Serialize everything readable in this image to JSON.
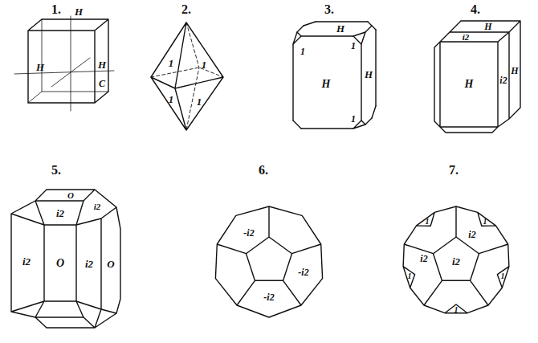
{
  "diagram": {
    "labels": [
      "1.",
      "2.",
      "3.",
      "4.",
      "5.",
      "6.",
      "7.",
      "H",
      "H",
      "H",
      "C",
      "1",
      "1",
      "1",
      "1",
      "1",
      "H",
      "1",
      "H",
      "H",
      "1",
      "H",
      "i2",
      "H",
      "i2",
      "H",
      "O",
      "i2",
      "i2",
      "i2",
      "O",
      "i2",
      "O",
      "-i2",
      "-i2",
      "-i2",
      "i2",
      "1",
      "i2",
      "i2",
      "1",
      "1",
      "1",
      "1"
    ]
  }
}
